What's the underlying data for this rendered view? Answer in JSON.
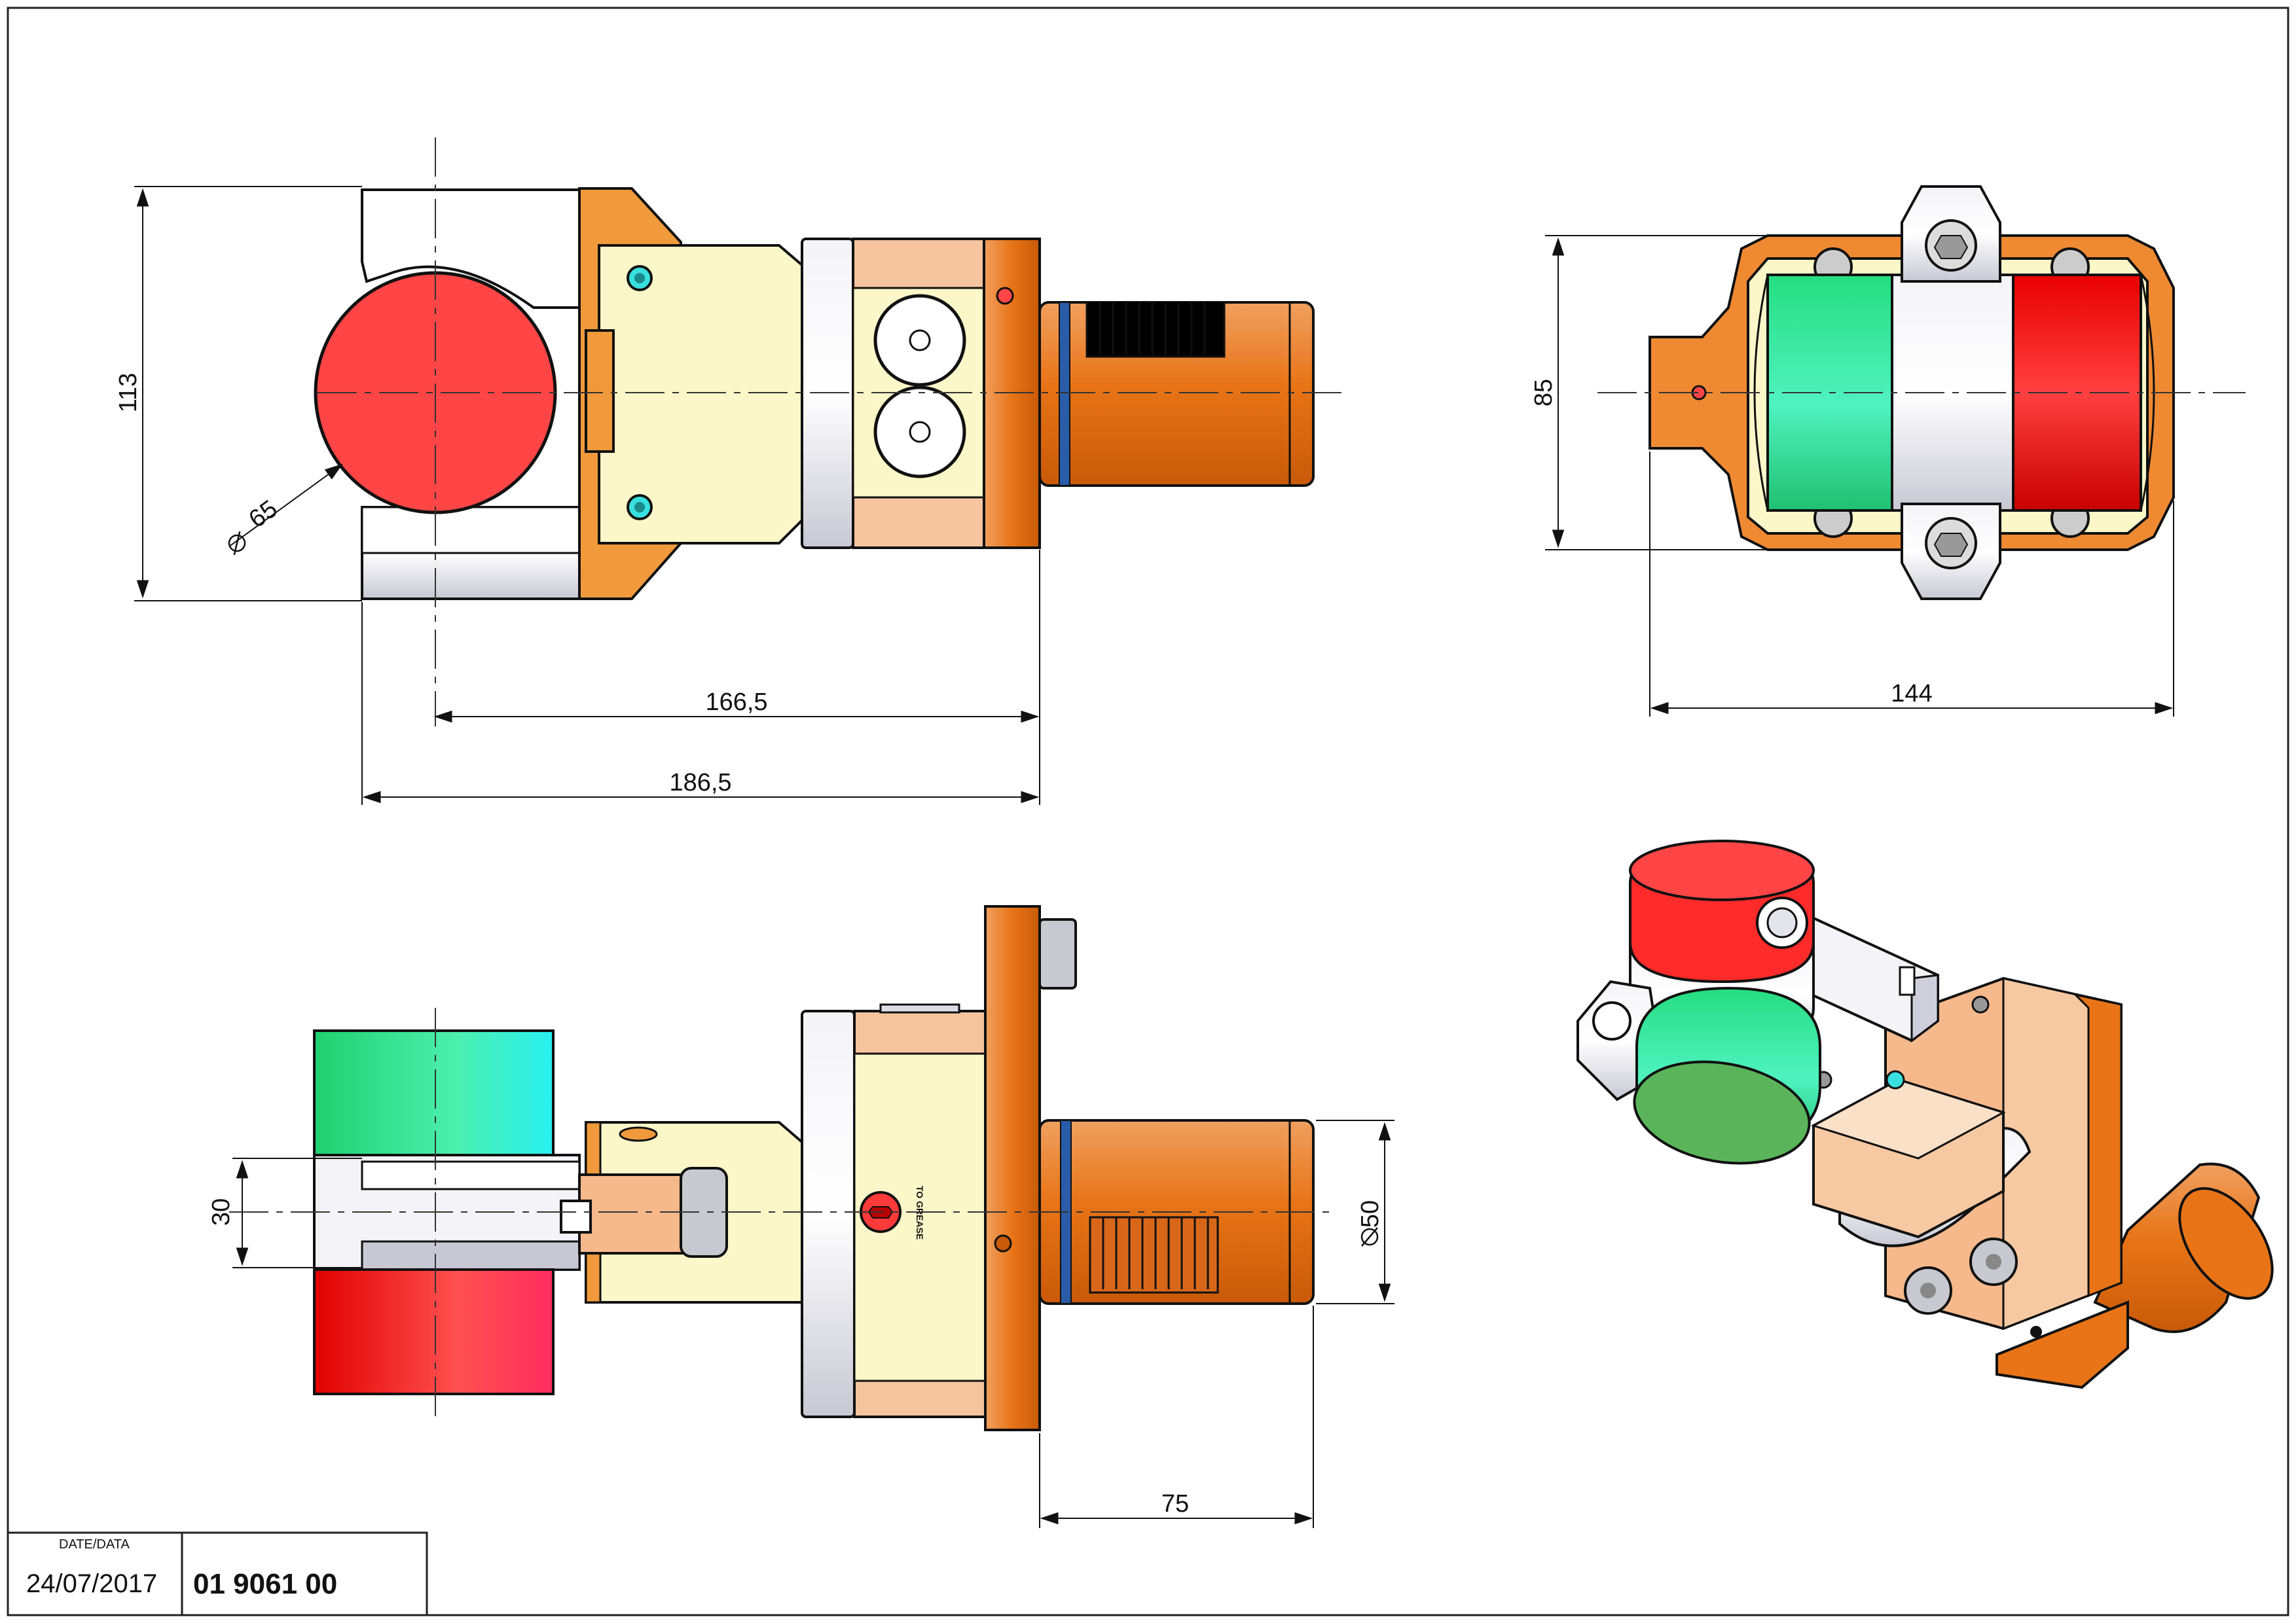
{
  "dimensions": {
    "front_height": "113",
    "front_diameter": "65",
    "front_len_short": "166,5",
    "front_len_long": "186,5",
    "side_height": "85",
    "side_width": "144",
    "bottom_height": "30",
    "bottom_diameter": "50",
    "bottom_length": "75"
  },
  "labels": {
    "grease": "TO GREASE"
  },
  "title_block": {
    "date_label": "DATE/DATA",
    "date": "24/07/2017",
    "part_number": "01 9061 00"
  },
  "colors": {
    "orange": "#e87417",
    "light_orange": "#f5b98c",
    "cream": "#fbf7c8",
    "red": "#ff4545",
    "green": "#2fe68c",
    "cyan": "#38e0e0",
    "gray": "#d8d8e2"
  }
}
